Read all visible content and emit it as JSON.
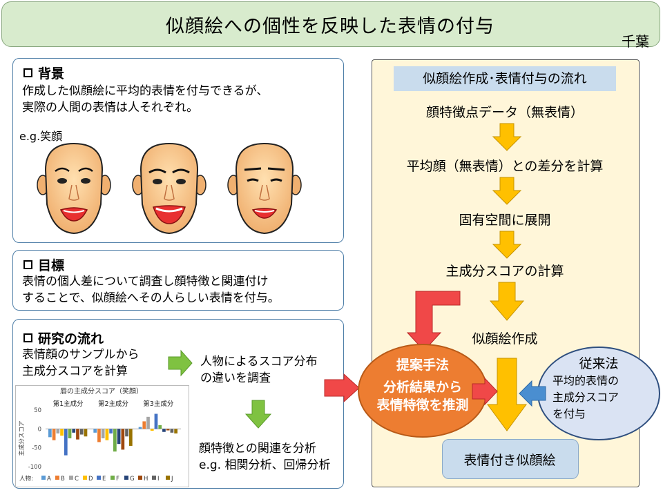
{
  "title": "似顔絵への個性を反映した表情の付与",
  "author": "千葉",
  "background": {
    "heading": "背景",
    "lines": [
      "作成した似顔絵に平均的表情を付与できるが、",
      "実際の人間の表情は人それぞれ。"
    ],
    "example_label": "e.g.笑顔"
  },
  "goal": {
    "heading": "目標",
    "lines": [
      "表情の個人差について調査し顔特徴と関連付け",
      "することで、似顔絵へその人らしい表情を付与。"
    ]
  },
  "research_flow": {
    "heading": "研究の流れ",
    "step1": [
      "表情顔のサンプルから",
      "主成分スコアを計算"
    ],
    "step2": [
      "人物によるスコア分布",
      "の違いを調査"
    ],
    "step3": [
      "顔特徴との関連を分析",
      "e.g. 相関分析、回帰分析"
    ]
  },
  "flow": {
    "title": "似顔絵作成･表情付与の流れ",
    "steps": [
      "顔特徴点データ（無表情）",
      "平均顔（無表情）との差分を計算",
      "固有空間に展開",
      "主成分スコアの計算",
      "似顔絵作成"
    ],
    "result": "表情付き似顔絵",
    "proposed": {
      "title": "提案手法",
      "lines": [
        "分析結果から",
        "表情特徴を推測"
      ]
    },
    "conventional": {
      "title": "従来法",
      "lines": [
        "平均的表情の",
        "主成分スコア",
        "を付与"
      ]
    }
  },
  "colors": {
    "green_arrow": "#7fc241",
    "yellow_arrow": "#ffc000",
    "red_arrow": "#f04848",
    "blue_arrow": "#4a8ed0",
    "proposed_fill": "#ed7d31",
    "conventional_fill": "#dae3f3",
    "result_fill": "#c9dced"
  },
  "chart_data": {
    "type": "bar",
    "title": "唇の主成分スコア（笑顔）",
    "groups": [
      "第1主成分",
      "第2主成分",
      "第3主成分"
    ],
    "ylabel": "主成分スコア",
    "ylim": [
      -100,
      50
    ],
    "yticks": [
      50,
      0,
      -50,
      -100
    ],
    "legend_prefix": "人物:",
    "series": [
      {
        "name": "A",
        "color": "#5b9bd5",
        "values": [
          -22,
          -10,
          5
        ]
      },
      {
        "name": "B",
        "color": "#ed7d31",
        "values": [
          -30,
          -35,
          20
        ]
      },
      {
        "name": "C",
        "color": "#a5a5a5",
        "values": [
          -12,
          -25,
          32
        ]
      },
      {
        "name": "D",
        "color": "#ffc000",
        "values": [
          -18,
          -30,
          -5
        ]
      },
      {
        "name": "E",
        "color": "#4472c4",
        "values": [
          -70,
          -12,
          40
        ]
      },
      {
        "name": "F",
        "color": "#70ad47",
        "values": [
          -25,
          -60,
          10
        ]
      },
      {
        "name": "G",
        "color": "#264478",
        "values": [
          -10,
          -40,
          -8
        ]
      },
      {
        "name": "H",
        "color": "#9e480e",
        "values": [
          -28,
          -55,
          -4
        ]
      },
      {
        "name": "I",
        "color": "#636363",
        "values": [
          -15,
          -20,
          -10
        ]
      },
      {
        "name": "J",
        "color": "#997300",
        "values": [
          -20,
          -45,
          -12
        ]
      }
    ]
  }
}
